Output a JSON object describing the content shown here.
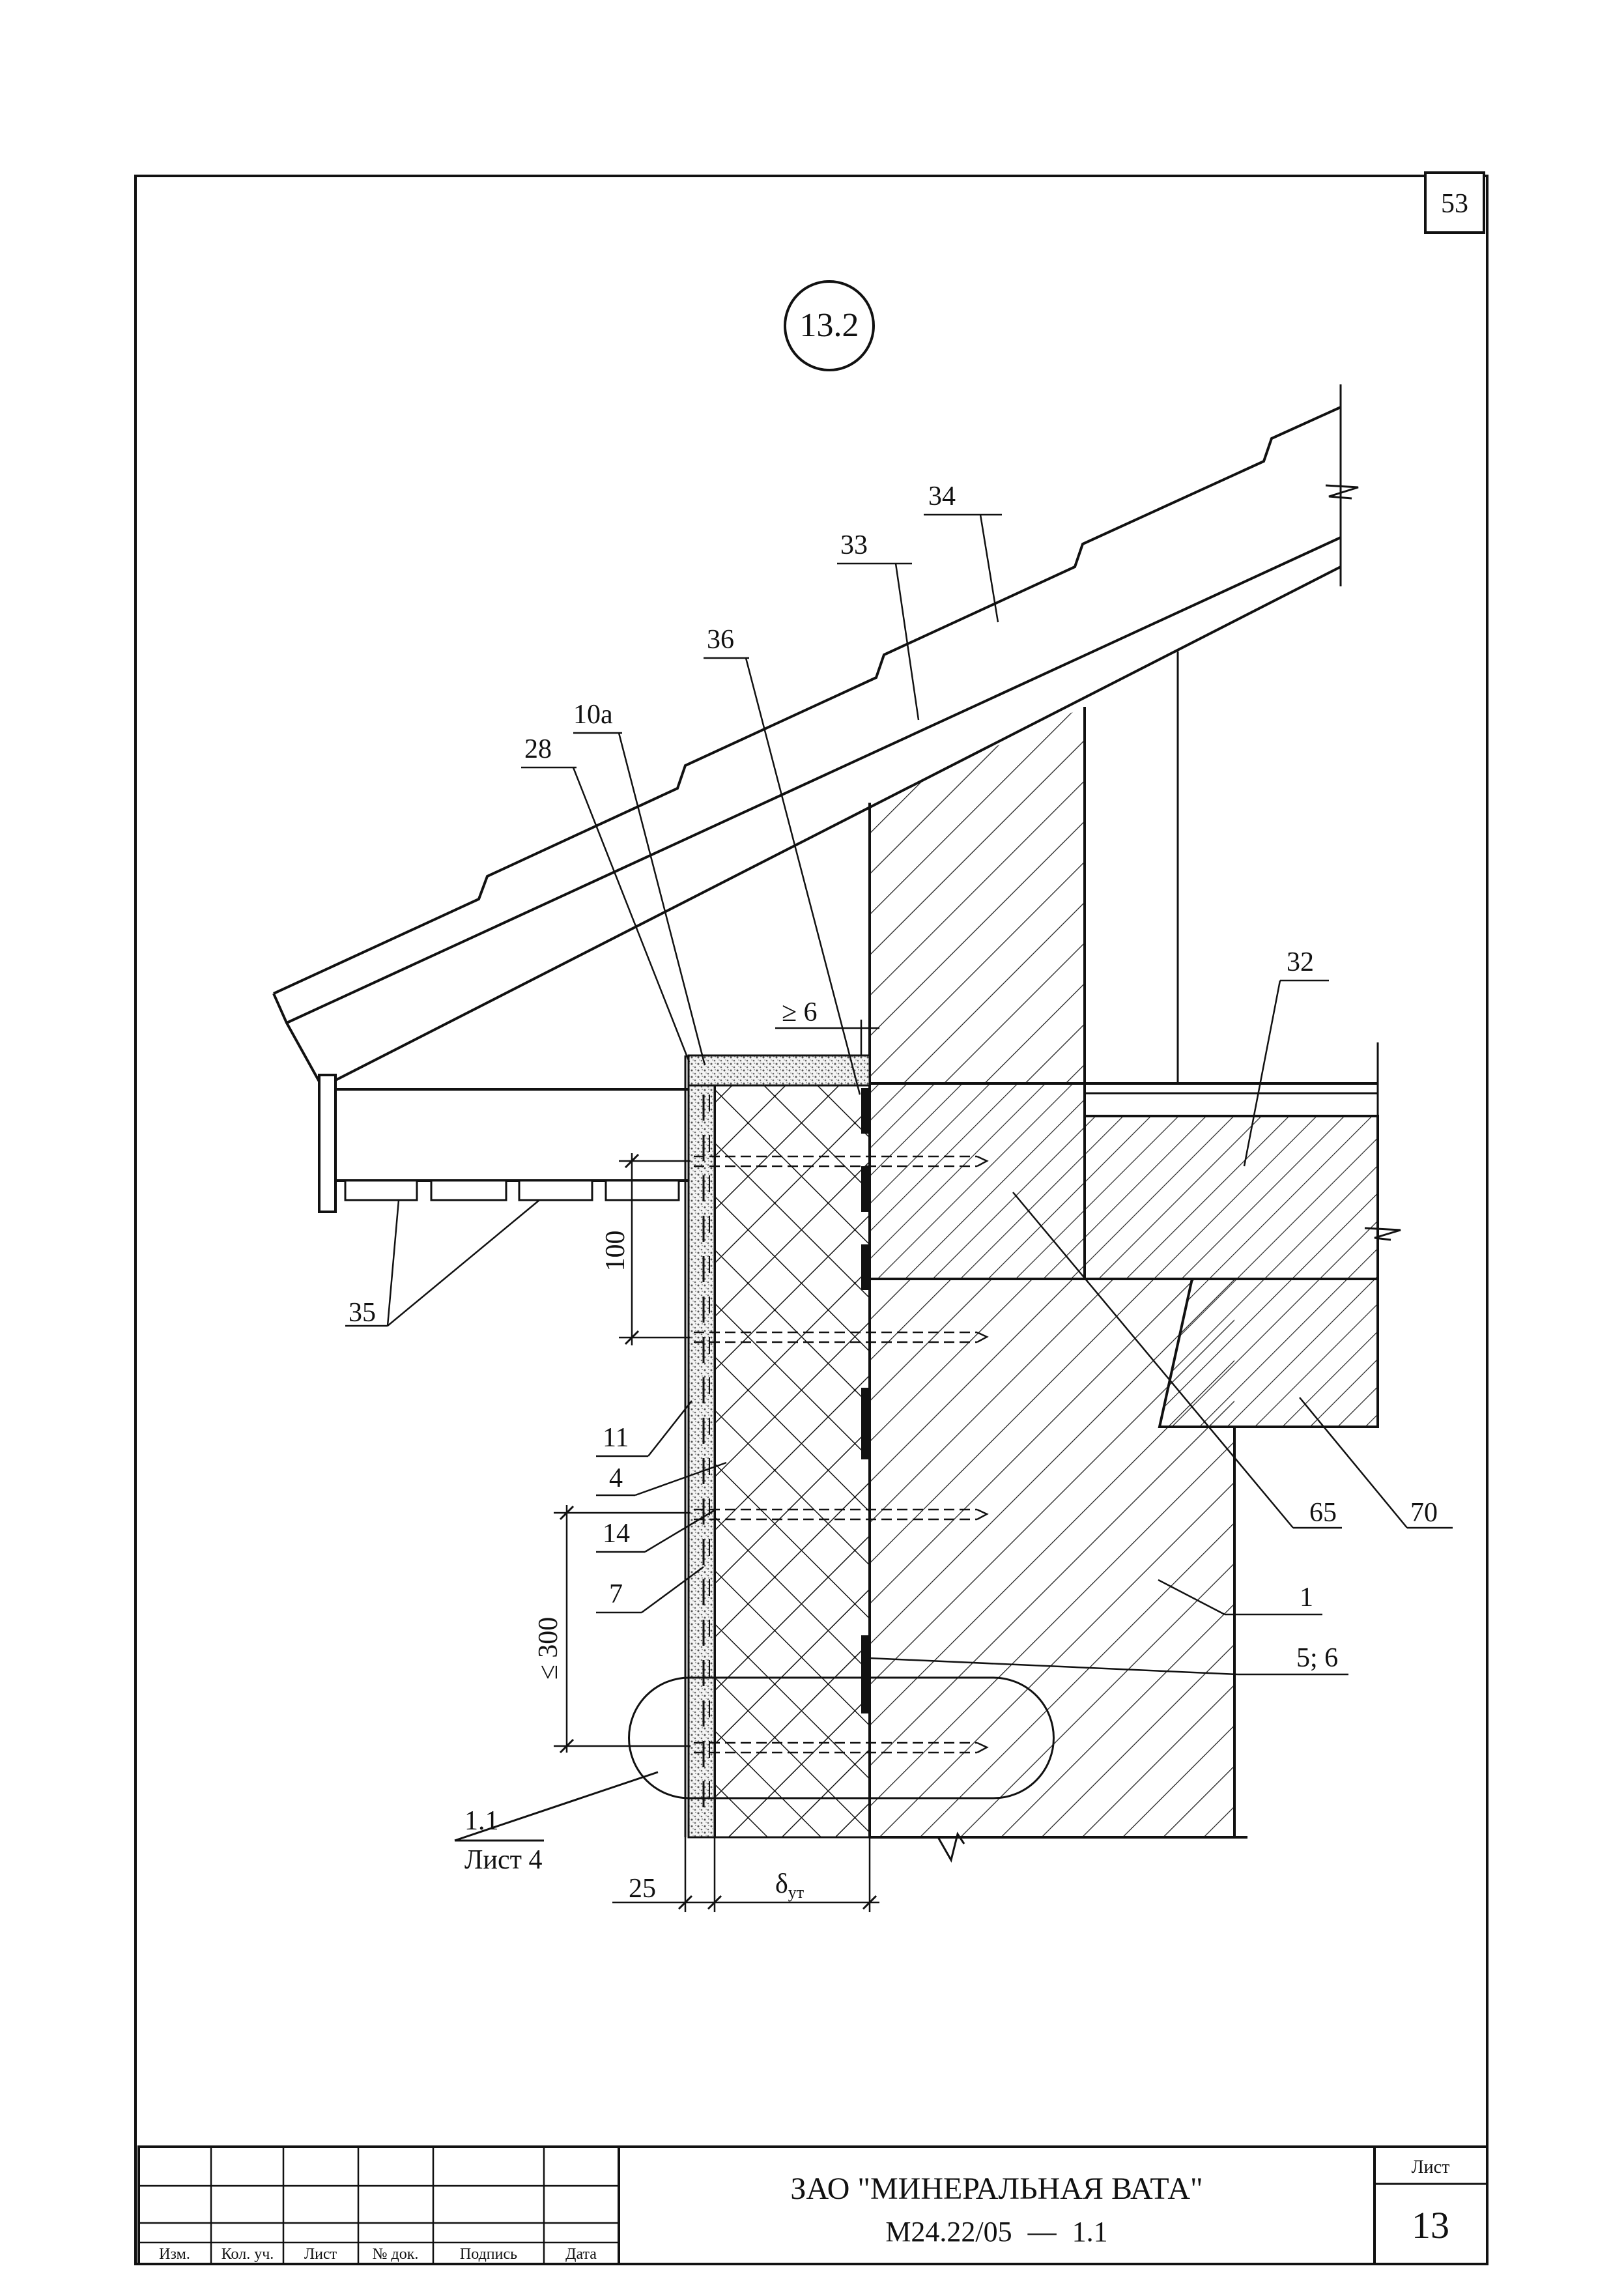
{
  "sheet": {
    "page_number": "53",
    "detail_marker": "13.2"
  },
  "labels": {
    "l34": "34",
    "l33": "33",
    "l36": "36",
    "l10a": "10а",
    "l28": "28",
    "l32": "32",
    "l35": "35",
    "l11": "11",
    "l4": "4",
    "l14": "14",
    "l7": "7",
    "l65": "65",
    "l70": "70",
    "l1": "1",
    "l56": "5; 6",
    "ref_detail": "1.1",
    "ref_sheet": "Лист 4"
  },
  "dimensions": {
    "gap": "≥ 6",
    "step_100": "100",
    "step_300": "≤ 300",
    "render": "25",
    "insulation_prefix": "δ",
    "insulation_sub": "ут"
  },
  "title_block": {
    "headers": [
      "Изм.",
      "Кол. уч.",
      "Лист",
      "№ док.",
      "Подпись",
      "Дата"
    ],
    "company": "ЗАО \"МИНЕРАЛЬНАЯ ВАТА\"",
    "document_code": "М24.22/05",
    "dash": "—",
    "document_part": "1.1",
    "sheet_label": "Лист",
    "sheet_number": "13"
  }
}
